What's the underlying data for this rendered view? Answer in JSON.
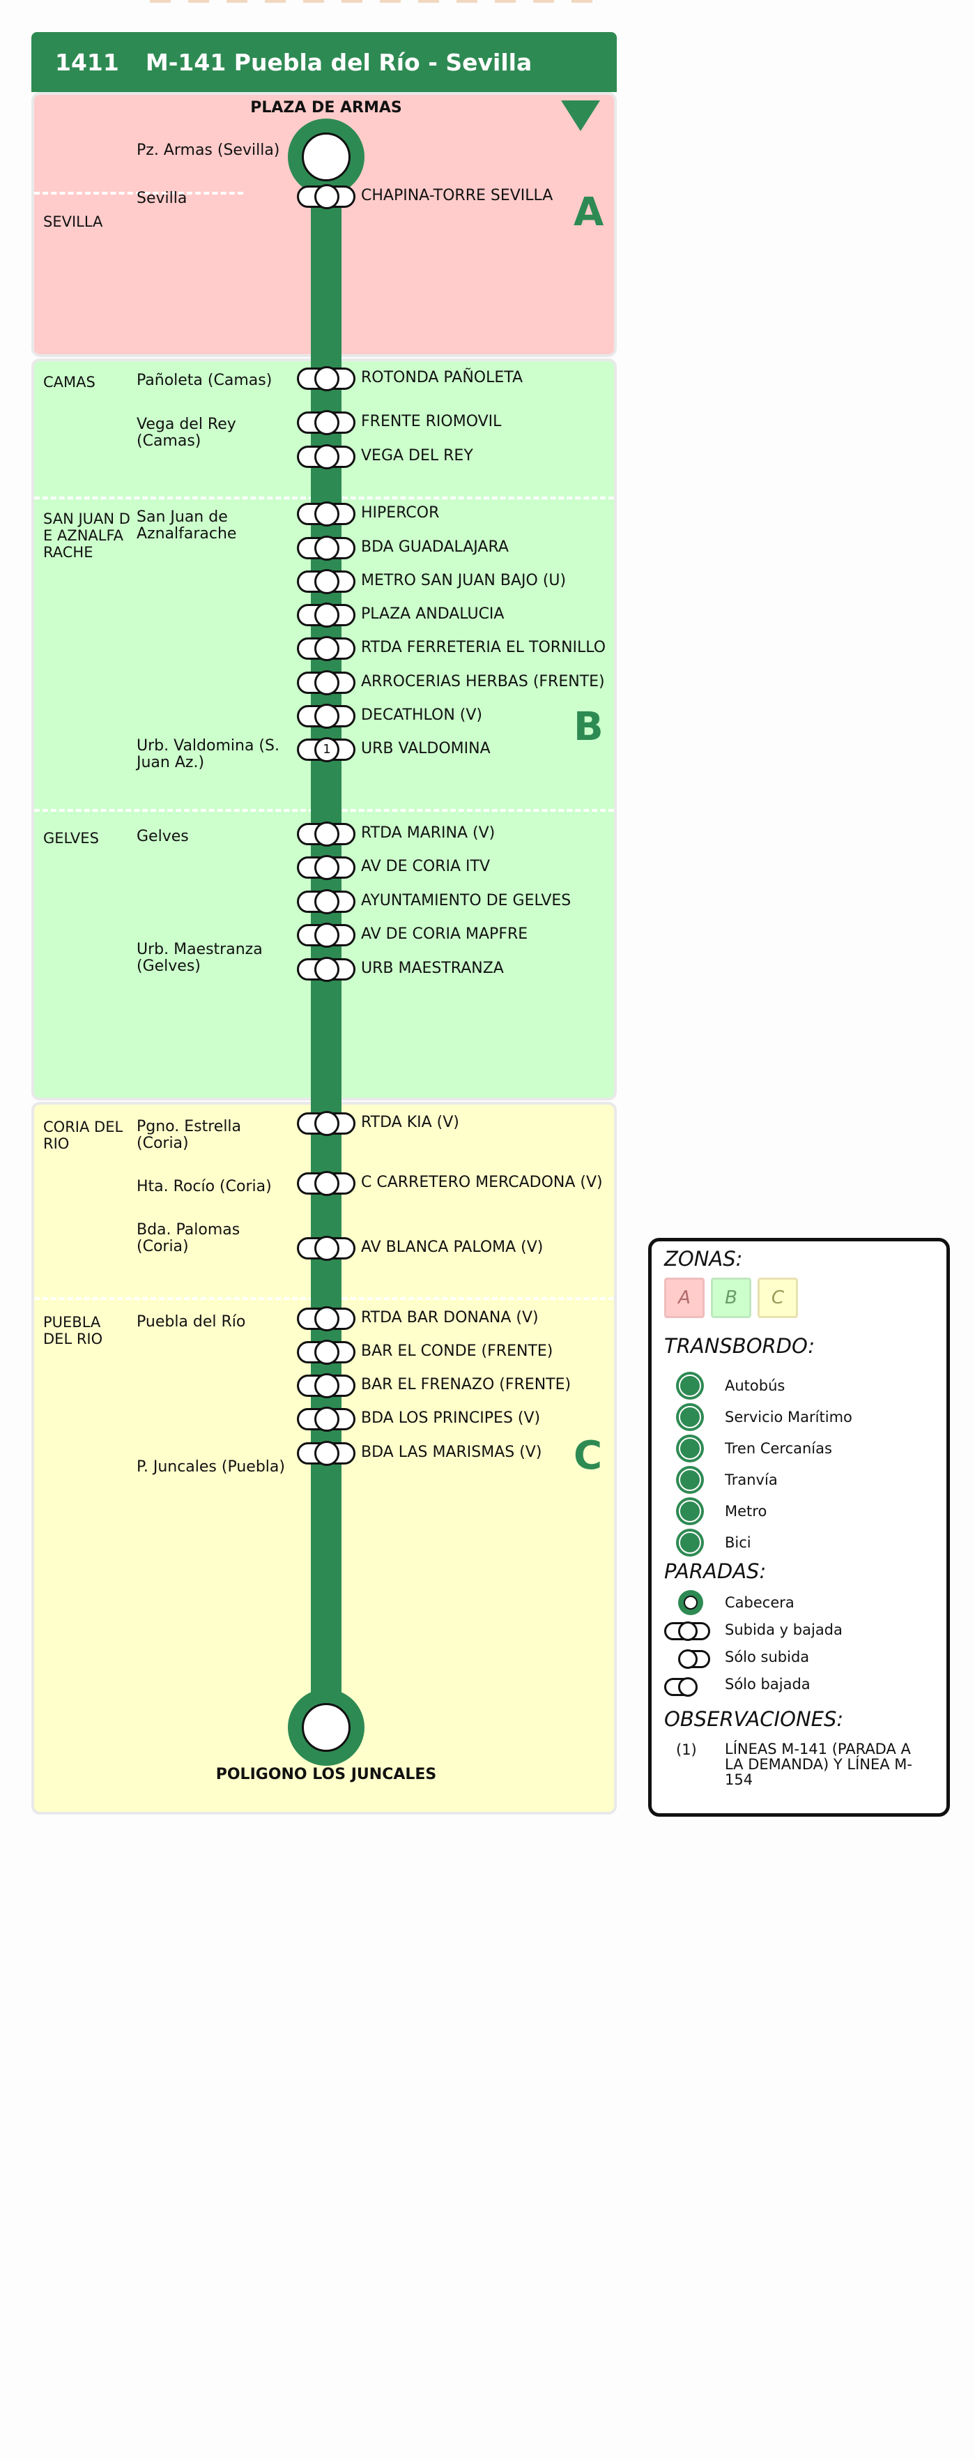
{
  "colors": {
    "line_green": "#2e8a53",
    "zone_a": "#ffcccb",
    "zone_b": "#ccffcc",
    "zone_c": "#ffffcc"
  },
  "header": {
    "number": "1411",
    "title": "M-141 Puebla del Río - Sevilla"
  },
  "terminals": {
    "start": "PLAZA DE ARMAS",
    "end": "POLIGONO LOS JUNCALES"
  },
  "zones": {
    "a": "A",
    "b": "B",
    "c": "C"
  },
  "municipalities": {
    "sevilla": "SEVILLA",
    "camas": "CAMAS",
    "sanjuan": "SAN JUAN DE AZNALFARACHE",
    "gelves": "GELVES",
    "coria": "CORIA DEL RIO",
    "puebla": "PUEBLA DEL RIO"
  },
  "places": {
    "pz_armas": "Pz. Armas (Sevilla)",
    "sevilla": "Sevilla",
    "panoleta": "Pañoleta (Camas)",
    "vega_rey": "Vega del Rey (Camas)",
    "sanjuan": "San Juan de Aznalfarache",
    "valdomina": "Urb. Valdomina (S. Juan Az.)",
    "gelves": "Gelves",
    "maestranza": "Urb. Maestranza (Gelves)",
    "estrella": "Pgno. Estrella (Coria)",
    "rocio": "Hta. Rocío (Coria)",
    "palomas": "Bda. Palomas (Coria)",
    "puebla": "Puebla del Río",
    "juncales": "P. Juncales (Puebla)"
  },
  "stops": [
    {
      "name": "CHAPINA-TORRE SEVILLA"
    },
    {
      "name": "ROTONDA PAÑOLETA"
    },
    {
      "name": "FRENTE RIOMOVIL"
    },
    {
      "name": "VEGA DEL REY"
    },
    {
      "name": "HIPERCOR"
    },
    {
      "name": "BDA GUADALAJARA"
    },
    {
      "name": "METRO SAN JUAN BAJO (U)"
    },
    {
      "name": "PLAZA ANDALUCIA"
    },
    {
      "name": "RTDA FERRETERIA EL TORNILLO"
    },
    {
      "name": "ARROCERIAS HERBAS (FRENTE)"
    },
    {
      "name": "DECATHLON (V)"
    },
    {
      "name": "URB VALDOMINA",
      "note": "1"
    },
    {
      "name": "RTDA MARINA (V)"
    },
    {
      "name": "AV DE CORIA ITV"
    },
    {
      "name": "AYUNTAMIENTO DE GELVES"
    },
    {
      "name": "AV DE CORIA MAPFRE"
    },
    {
      "name": "URB MAESTRANZA"
    },
    {
      "name": "RTDA KIA (V)"
    },
    {
      "name": "C CARRETERO MERCADONA (V)"
    },
    {
      "name": "AV BLANCA PALOMA (V)"
    },
    {
      "name": "RTDA BAR DONANA (V)"
    },
    {
      "name": "BAR EL CONDE (FRENTE)"
    },
    {
      "name": "BAR EL FRENAZO (FRENTE)"
    },
    {
      "name": "BDA LOS PRINCIPES (V)"
    },
    {
      "name": "BDA LAS MARISMAS (V)"
    }
  ],
  "legend": {
    "zonas_title": "ZONAS:",
    "zones": [
      "A",
      "B",
      "C"
    ],
    "transbordo_title": "TRANSBORDO:",
    "transfers": [
      {
        "label": "Autobús",
        "icon": "bus-icon"
      },
      {
        "label": "Servicio Marítimo",
        "icon": "ship-icon"
      },
      {
        "label": "Tren Cercanías",
        "icon": "train-icon"
      },
      {
        "label": "Tranvía",
        "icon": "tram-icon"
      },
      {
        "label": "Metro",
        "icon": "metro-icon"
      },
      {
        "label": "Bici",
        "icon": "bike-icon"
      }
    ],
    "paradas_title": "PARADAS:",
    "stop_types": [
      "Cabecera",
      "Subida y bajada",
      "Sólo subida",
      "Sólo bajada"
    ],
    "obs_title": "OBSERVACIONES:",
    "observations": [
      {
        "mark": "(1)",
        "text": "LÍNEAS M-141 (PARADA A LA DEMANDA) Y LÍNEA M-154"
      }
    ]
  }
}
